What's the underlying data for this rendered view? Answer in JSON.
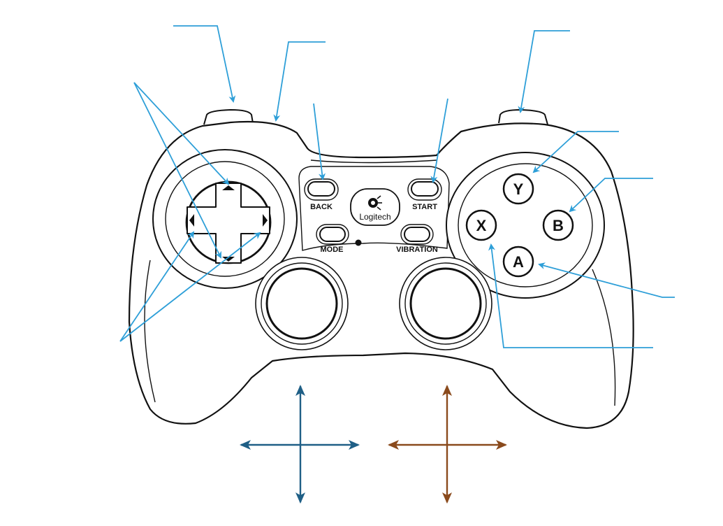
{
  "controller": {
    "brand": "Logitech",
    "buttons": {
      "back": "BACK",
      "start": "START",
      "mode": "MODE",
      "vibration": "VIBRATION"
    },
    "face_buttons": {
      "y": "Y",
      "b": "B",
      "a": "A",
      "x": "X"
    }
  },
  "colors": {
    "callout": "#2e9fd8",
    "left_stick_axes": "#1f5f86",
    "right_stick_axes": "#8a4a1c",
    "outline": "#111111"
  }
}
